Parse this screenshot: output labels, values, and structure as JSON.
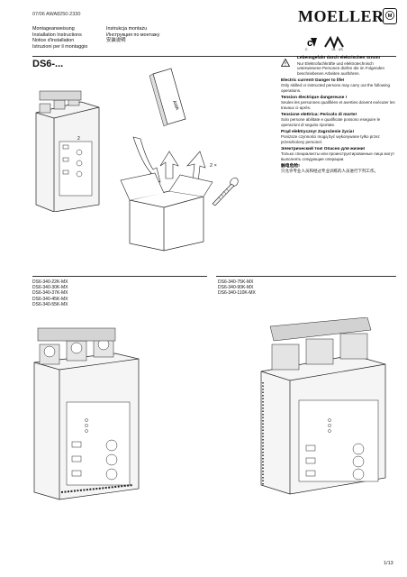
{
  "header": {
    "doc_code": "07/06 AWA8250-2330",
    "languages_left": [
      "Montageanweisung",
      "Installation Instructions",
      "Notice d'installation",
      "Istruzioni per il montaggio"
    ],
    "languages_right": [
      "Instrukcja montażu",
      "Инструкция по монтажу",
      "安装说明"
    ],
    "brand": "Moeller",
    "cert_marks": [
      "C",
      "UL",
      "US"
    ]
  },
  "product": {
    "title": "DS6-..."
  },
  "unpacking": {
    "screws_qty": "2 ×",
    "booklet_label": "AWA"
  },
  "warnings": [
    {
      "heading": "Lebensgefahr durch elektrischen Strom!",
      "text": "Nur Elektrofachkräfte und elektrotechnisch unterwiesene Personen dürfen die im Folgenden beschriebenen Arbeiten ausführen."
    },
    {
      "heading": "Electric current! Danger to life!",
      "text": "Only skilled or instructed persons may carry out the following operations."
    },
    {
      "heading": "Tension électrique dangereuse !",
      "text": "Seules les personnes qualifiées et averties doivent exécuter les travaux ci-après."
    },
    {
      "heading": "Tensione elettrica: Pericolo di morte!",
      "text": "Solo persone abilitate e qualificate possono eseguire le operazioni di seguito riportate."
    },
    {
      "heading": "Prąd elektryczny! Zagrożenie życia!",
      "text": "Ponizsze czynności mogą być wykonywane tylko przez przeszkolony personel."
    },
    {
      "heading": "Электрический ток! Опасно для жизни!",
      "text": "Только специалисты или проинструктированные лица могут выполнять следующие операции."
    },
    {
      "heading": "触电危险!",
      "text": "只允许专业人员和经过专业训练的人员进行下列工作。"
    }
  ],
  "models": {
    "group_a": [
      "DS6-340-22K-MX",
      "DS6-340-30K-MX",
      "DS6-340-37K-MX",
      "DS6-340-45K-MX",
      "DS6-340-55K-MX"
    ],
    "group_b": [
      "DS6-340-75K-MX",
      "DS6-340-90K-MX",
      "DS6-340-110K-MX"
    ]
  },
  "footer": {
    "page": "1/13"
  }
}
